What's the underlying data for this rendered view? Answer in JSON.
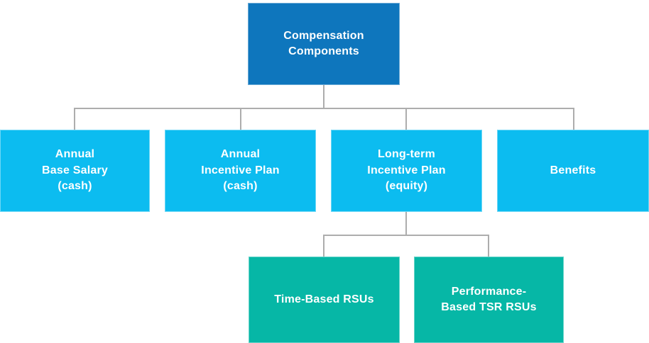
{
  "colors": {
    "background": "#ffffff",
    "root_box": "#0e76bd",
    "branch_box": "#0cbcf0",
    "leaf_box": "#06b7a6",
    "connector": "#adadad",
    "label_text": "#ffffff"
  },
  "diagram": {
    "type": "org-chart",
    "root": {
      "label": "Compensation\nComponents"
    },
    "branches": [
      {
        "label": "Annual\nBase Salary\n(cash)"
      },
      {
        "label": "Annual\nIncentive Plan\n(cash)"
      },
      {
        "label": "Long-term\nIncentive Plan\n(equity)"
      },
      {
        "label": "Benefits"
      }
    ],
    "leaves": [
      {
        "label": "Time-Based RSUs",
        "parent": "Long-term\nIncentive Plan\n(equity)"
      },
      {
        "label": "Performance-\nBased TSR RSUs",
        "parent": "Long-term\nIncentive Plan\n(equity)"
      }
    ]
  }
}
